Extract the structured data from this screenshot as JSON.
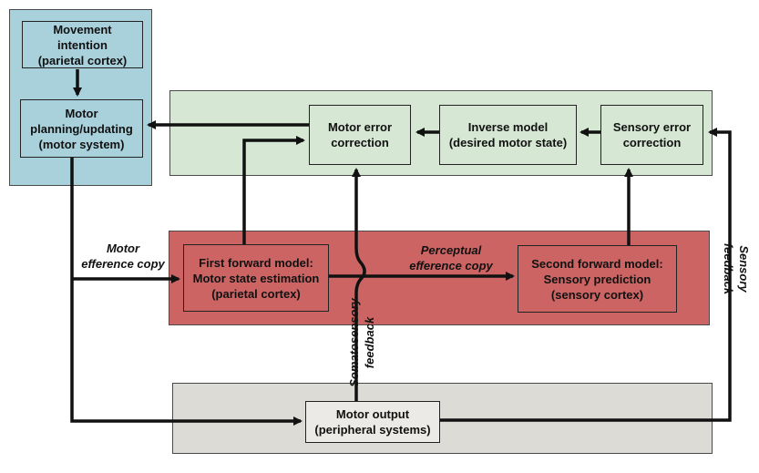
{
  "colors": {
    "cortex_region": "#a9d1dc",
    "upper_region": "#d6e8d4",
    "middle_region": "#cc6464",
    "lower_region": "#dcdbd5"
  },
  "boxes": {
    "movement_intention": "Movement\nintention\n(parietal cortex)",
    "motor_planning": "Motor\nplanning/updating\n(motor system)",
    "motor_error_correction": "Motor error\ncorrection",
    "inverse_model": "Inverse model\n(desired motor state)",
    "sensory_error_correction": "Sensory error\ncorrection",
    "first_forward_model": "First forward model:\nMotor state estimation\n(parietal cortex)",
    "second_forward_model": "Second forward model:\nSensory prediction\n(sensory cortex)",
    "motor_output": "Motor output\n(peripheral systems)"
  },
  "labels": {
    "motor_efference_copy": "Motor\nefference copy",
    "perceptual_efference_copy": "Perceptual\nefference copy",
    "somatosensory_feedback": "Somatosensory\nfeedback",
    "sensory_feedback": "Sensory\nfeedback"
  }
}
